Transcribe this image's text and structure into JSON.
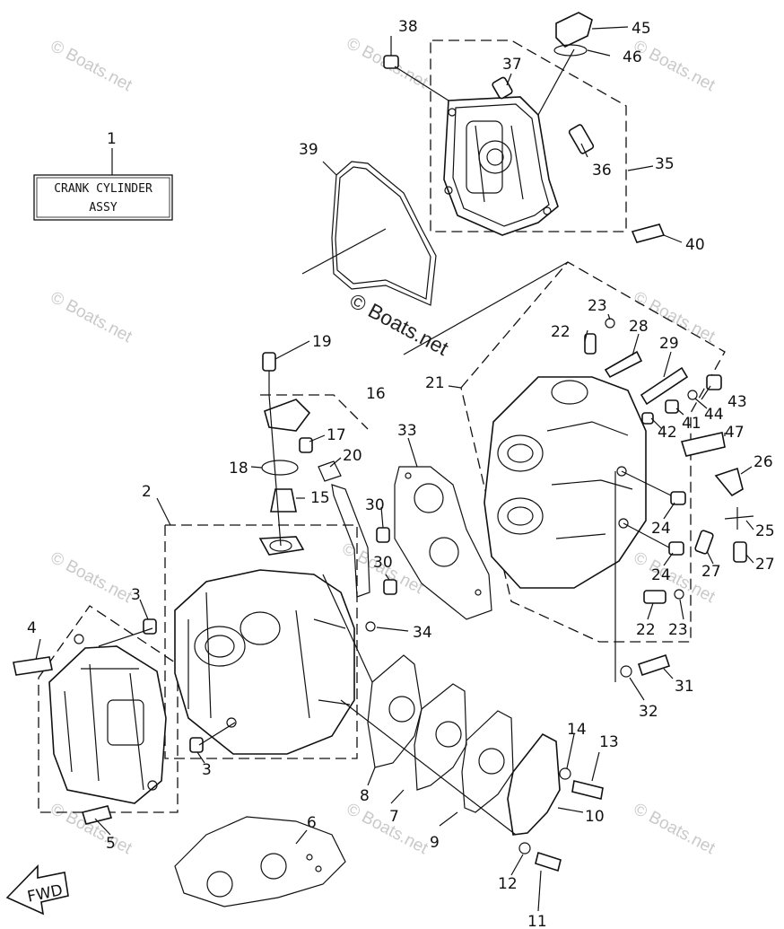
{
  "assembly_box": {
    "line1": "CRANK CYLINDER",
    "line2": "ASSY"
  },
  "callouts": {
    "c1": "1",
    "c2": "2",
    "c3a": "3",
    "c3b": "3",
    "c4": "4",
    "c5": "5",
    "c6": "6",
    "c7": "7",
    "c8": "8",
    "c9": "9",
    "c10": "10",
    "c11": "11",
    "c12": "12",
    "c13": "13",
    "c14": "14",
    "c15": "15",
    "c16": "16",
    "c17": "17",
    "c18": "18",
    "c19": "19",
    "c20": "20",
    "c21": "21",
    "c22a": "22",
    "c22b": "22",
    "c23a": "23",
    "c23b": "23",
    "c24a": "24",
    "c24b": "24",
    "c25": "25",
    "c26": "26",
    "c27a": "27",
    "c27b": "27",
    "c28": "28",
    "c29": "29",
    "c30a": "30",
    "c30b": "30",
    "c31": "31",
    "c32": "32",
    "c33": "33",
    "c34": "34",
    "c35": "35",
    "c36": "36",
    "c37": "37",
    "c38": "38",
    "c39": "39",
    "c40": "40",
    "c41": "41",
    "c42": "42",
    "c43": "43",
    "c44": "44",
    "c45": "45",
    "c46": "46",
    "c47": "47"
  },
  "fwd_label": "FWD",
  "watermark_center": "© Boats.net",
  "watermark": "© Boats.net"
}
